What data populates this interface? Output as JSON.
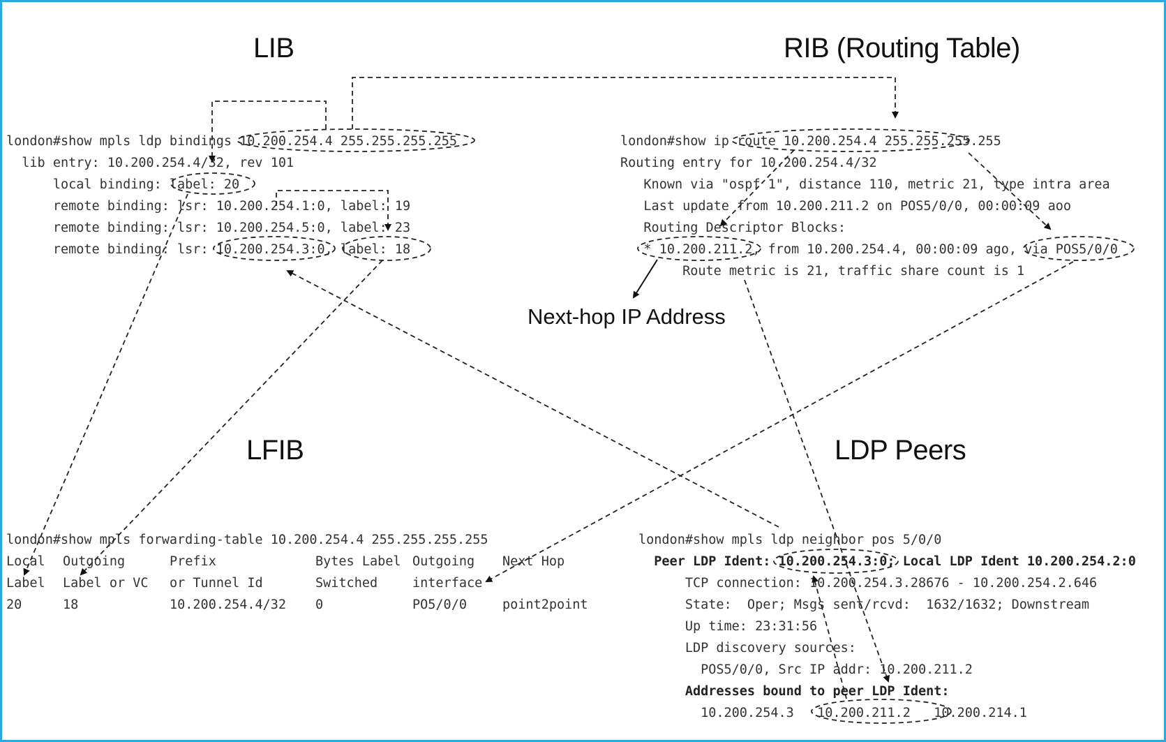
{
  "headings": {
    "lib": "LIB",
    "rib": "RIB (Routing Table)",
    "lfib": "LFIB",
    "ldp_peers": "LDP Peers",
    "next_hop": "Next-hop IP Address"
  },
  "lib_block": {
    "lines": [
      "london#show mpls ldp bindings 10.200.254.4 255.255.255.255",
      "  lib entry: 10.200.254.4/32, rev 101",
      "      local binding: label: 20",
      "      remote binding: lsr: 10.200.254.1:0, label: 19",
      "      remote binding: lsr: 10.200.254.5:0, label: 23",
      "      remote binding: lsr: 10.200.254.3:0, label: 18"
    ]
  },
  "rib_block": {
    "lines": [
      "london#show ip route 10.200.254.4 255.255.255.255",
      "Routing entry for 10.200.254.4/32",
      "   Known via \"ospf 1\", distance 110, metric 21, type intra area",
      "   Last update from 10.200.211.2 on POS5/0/0, 00:00:09 aoo",
      "   Routing Descriptor Blocks:",
      "   * 10.200.211.2, from 10.200.254.4, 00:00:09 ago, via POS5/0/0",
      "        Route metric is 21, traffic share count is 1"
    ]
  },
  "lfib_block": {
    "command": "london#show mpls forwarding-table 10.200.254.4 255.255.255.255",
    "headers_row1": [
      "Local",
      "Outgoing",
      "Prefix",
      "Bytes Label",
      "Outgoing",
      "Next Hop"
    ],
    "headers_row2": [
      "Label",
      "Label or VC",
      "or Tunnel Id",
      "Switched",
      "interface",
      ""
    ],
    "row": [
      "20",
      "18",
      "10.200.254.4/32",
      "0",
      "PO5/0/0",
      "point2point"
    ]
  },
  "ldp_block": {
    "lines": [
      "london#show mpls ldp neighbor pos 5/0/0",
      "  Peer LDP Ident: 10.200.254.3:0; Local LDP Ident 10.200.254.2:0",
      "      TCP connection: 10.200.254.3.28676 - 10.200.254.2.646",
      "      State:  Oper; Msgs sent/rcvd:  1632/1632; Downstream",
      "      Up time: 23:31:56",
      "      LDP discovery sources:",
      "        POS5/0/0, Src IP addr: 10.200.211.2",
      "      Addresses bound to peer LDP Ident:",
      "        10.200.254.3   10.200.211.2   10.200.214.1"
    ]
  }
}
